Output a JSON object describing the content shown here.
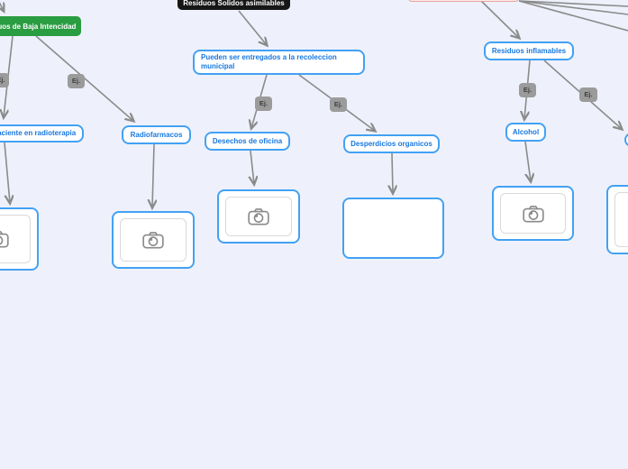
{
  "diagram": {
    "title_node": "Residuos Solidos asimilables",
    "nodes": {
      "root": "Residuos Solidos asimilables",
      "baja_intensidad": "Residuos de Baja Intencidad",
      "municipal": "Pueden ser entregados a la recoleccion municipal",
      "radioterapia": "Paciente en radioterapia",
      "radiofarmacos": "Radiofarmacos",
      "desechos_oficina": "Desechos de oficina",
      "desperdicios_organicos": "Desperdicios organicos",
      "residuos_inflamables": "Residuos inflamables",
      "alcohol": "Alcohol"
    },
    "edge_label": "Ej.",
    "colors": {
      "background": "#eef1fb",
      "node_border": "#43a1f4",
      "node_text": "#1878e0",
      "root_bg": "#161616",
      "category_bg": "#2a9c41",
      "danger_bg": "#fcebea",
      "edge_label_bg": "#9b9b9b",
      "connector": "#8b8b8b",
      "icon": "#8a8a8a"
    }
  }
}
